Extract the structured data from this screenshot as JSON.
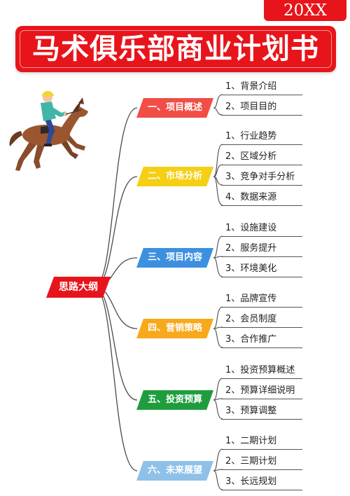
{
  "header": {
    "year": "20XX",
    "title": "马术俱乐部商业计划书"
  },
  "mindmap": {
    "root": "思路大纲",
    "root_color": "#e8141b",
    "branches": [
      {
        "label": "一、项目概述",
        "color": "#f04e46",
        "leaves": [
          "1、背景介绍",
          "2、项目目的"
        ]
      },
      {
        "label": "二、市场分析",
        "color": "#f5cf14",
        "leaves": [
          "1、行业趋势",
          "2、区域分析",
          "3、竞争对手分析",
          "4、数据来源"
        ]
      },
      {
        "label": "三、项目内容",
        "color": "#3d90df",
        "leaves": [
          "1、设施建设",
          "2、服务提升",
          "3、环境美化"
        ]
      },
      {
        "label": "四、营销策略",
        "color": "#f7a81b",
        "leaves": [
          "1、品牌宣传",
          "2、会员制度",
          "3、合作推广"
        ]
      },
      {
        "label": "五、投资预算",
        "color": "#1f9d3e",
        "leaves": [
          "1、投资预算概述",
          "2、预算详细说明",
          "3、预算调整"
        ]
      },
      {
        "label": "六、未来展望",
        "color": "#8fc1e8",
        "leaves": [
          "1、二期计划",
          "2、三期计划",
          "3、长远规划"
        ]
      }
    ]
  }
}
